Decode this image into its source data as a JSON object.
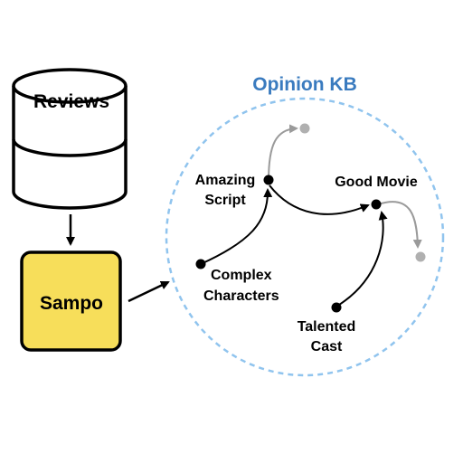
{
  "database": {
    "label": "Reviews"
  },
  "system": {
    "label": "Sampo"
  },
  "kb": {
    "title": "Opinion KB"
  },
  "nodes": {
    "amazing_script": {
      "line1": "Amazing",
      "line2": "Script"
    },
    "good_movie": {
      "label": "Good Movie"
    },
    "complex_characters": {
      "line1": "Complex",
      "line2": "Characters"
    },
    "talented_cast": {
      "line1": "Talented",
      "line2": "Cast"
    }
  },
  "colors": {
    "kb_accent": "#3a7bbf",
    "kb_border": "#90c4ee",
    "sampo_fill": "#f7de5a",
    "node": "#000000",
    "faded_node": "#b0b0b0"
  }
}
